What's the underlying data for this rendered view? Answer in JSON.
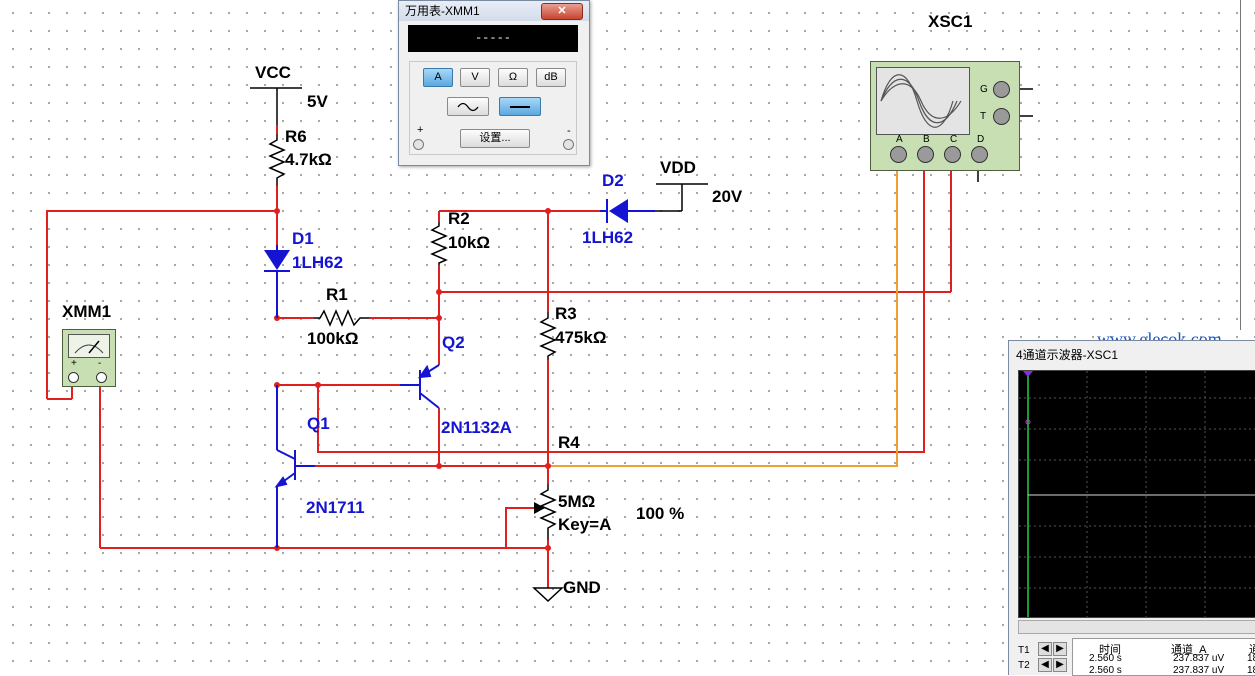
{
  "multimeter_window": {
    "title": "万用表-XMM1",
    "close_label": "✕",
    "display": "-----",
    "mode_buttons": [
      "A",
      "V",
      "Ω",
      "dB"
    ],
    "plus_label": "+",
    "minus_label": "-",
    "settings_label": "设置..."
  },
  "components": {
    "vcc_name": "VCC",
    "vcc_value": "5V",
    "r6_name": "R6",
    "r6_value": "4.7kΩ",
    "d1_name": "D1",
    "d1_model": "1LH62",
    "r1_name": "R1",
    "r1_value": "100kΩ",
    "r2_name": "R2",
    "r2_value": "10kΩ",
    "q2_name": "Q2",
    "q2_model": "2N1132A",
    "q1_name": "Q1",
    "q1_model": "2N1711",
    "d2_name": "D2",
    "d2_model": "1LH62",
    "vdd_name": "VDD",
    "vdd_value": "20V",
    "r3_name": "R3",
    "r3_value": "475kΩ",
    "r4_name": "R4",
    "r4_value": "5MΩ",
    "r4_key": "Key=A",
    "r4_percent": "100 %",
    "gnd_name": "GND",
    "xmm_name": "XMM1",
    "xmm_plus": "+",
    "xmm_minus": "-",
    "xsc_name": "XSC1",
    "xsc_ports": [
      "A",
      "B",
      "C",
      "D"
    ],
    "xsc_side_ports": [
      "G",
      "T"
    ]
  },
  "oscilloscope_window": {
    "title": "4通道示波器-XSC1",
    "headers": [
      "时间",
      "通道_A",
      "通"
    ],
    "rows": [
      {
        "label": "T1",
        "time": "2.560 s",
        "channel_a": "237.837 uV",
        "extra": "18"
      },
      {
        "label": "T2",
        "time": "2.560 s",
        "channel_a": "237.837 uV",
        "extra": "18"
      }
    ]
  },
  "watermark": "www.elecok.com",
  "colors": {
    "wire": "#e02020",
    "wire_alt": "#f0a030",
    "component": "#1414d2",
    "oscilloscope_bg": "#000000",
    "instrument_body": "#c7dfb2"
  }
}
